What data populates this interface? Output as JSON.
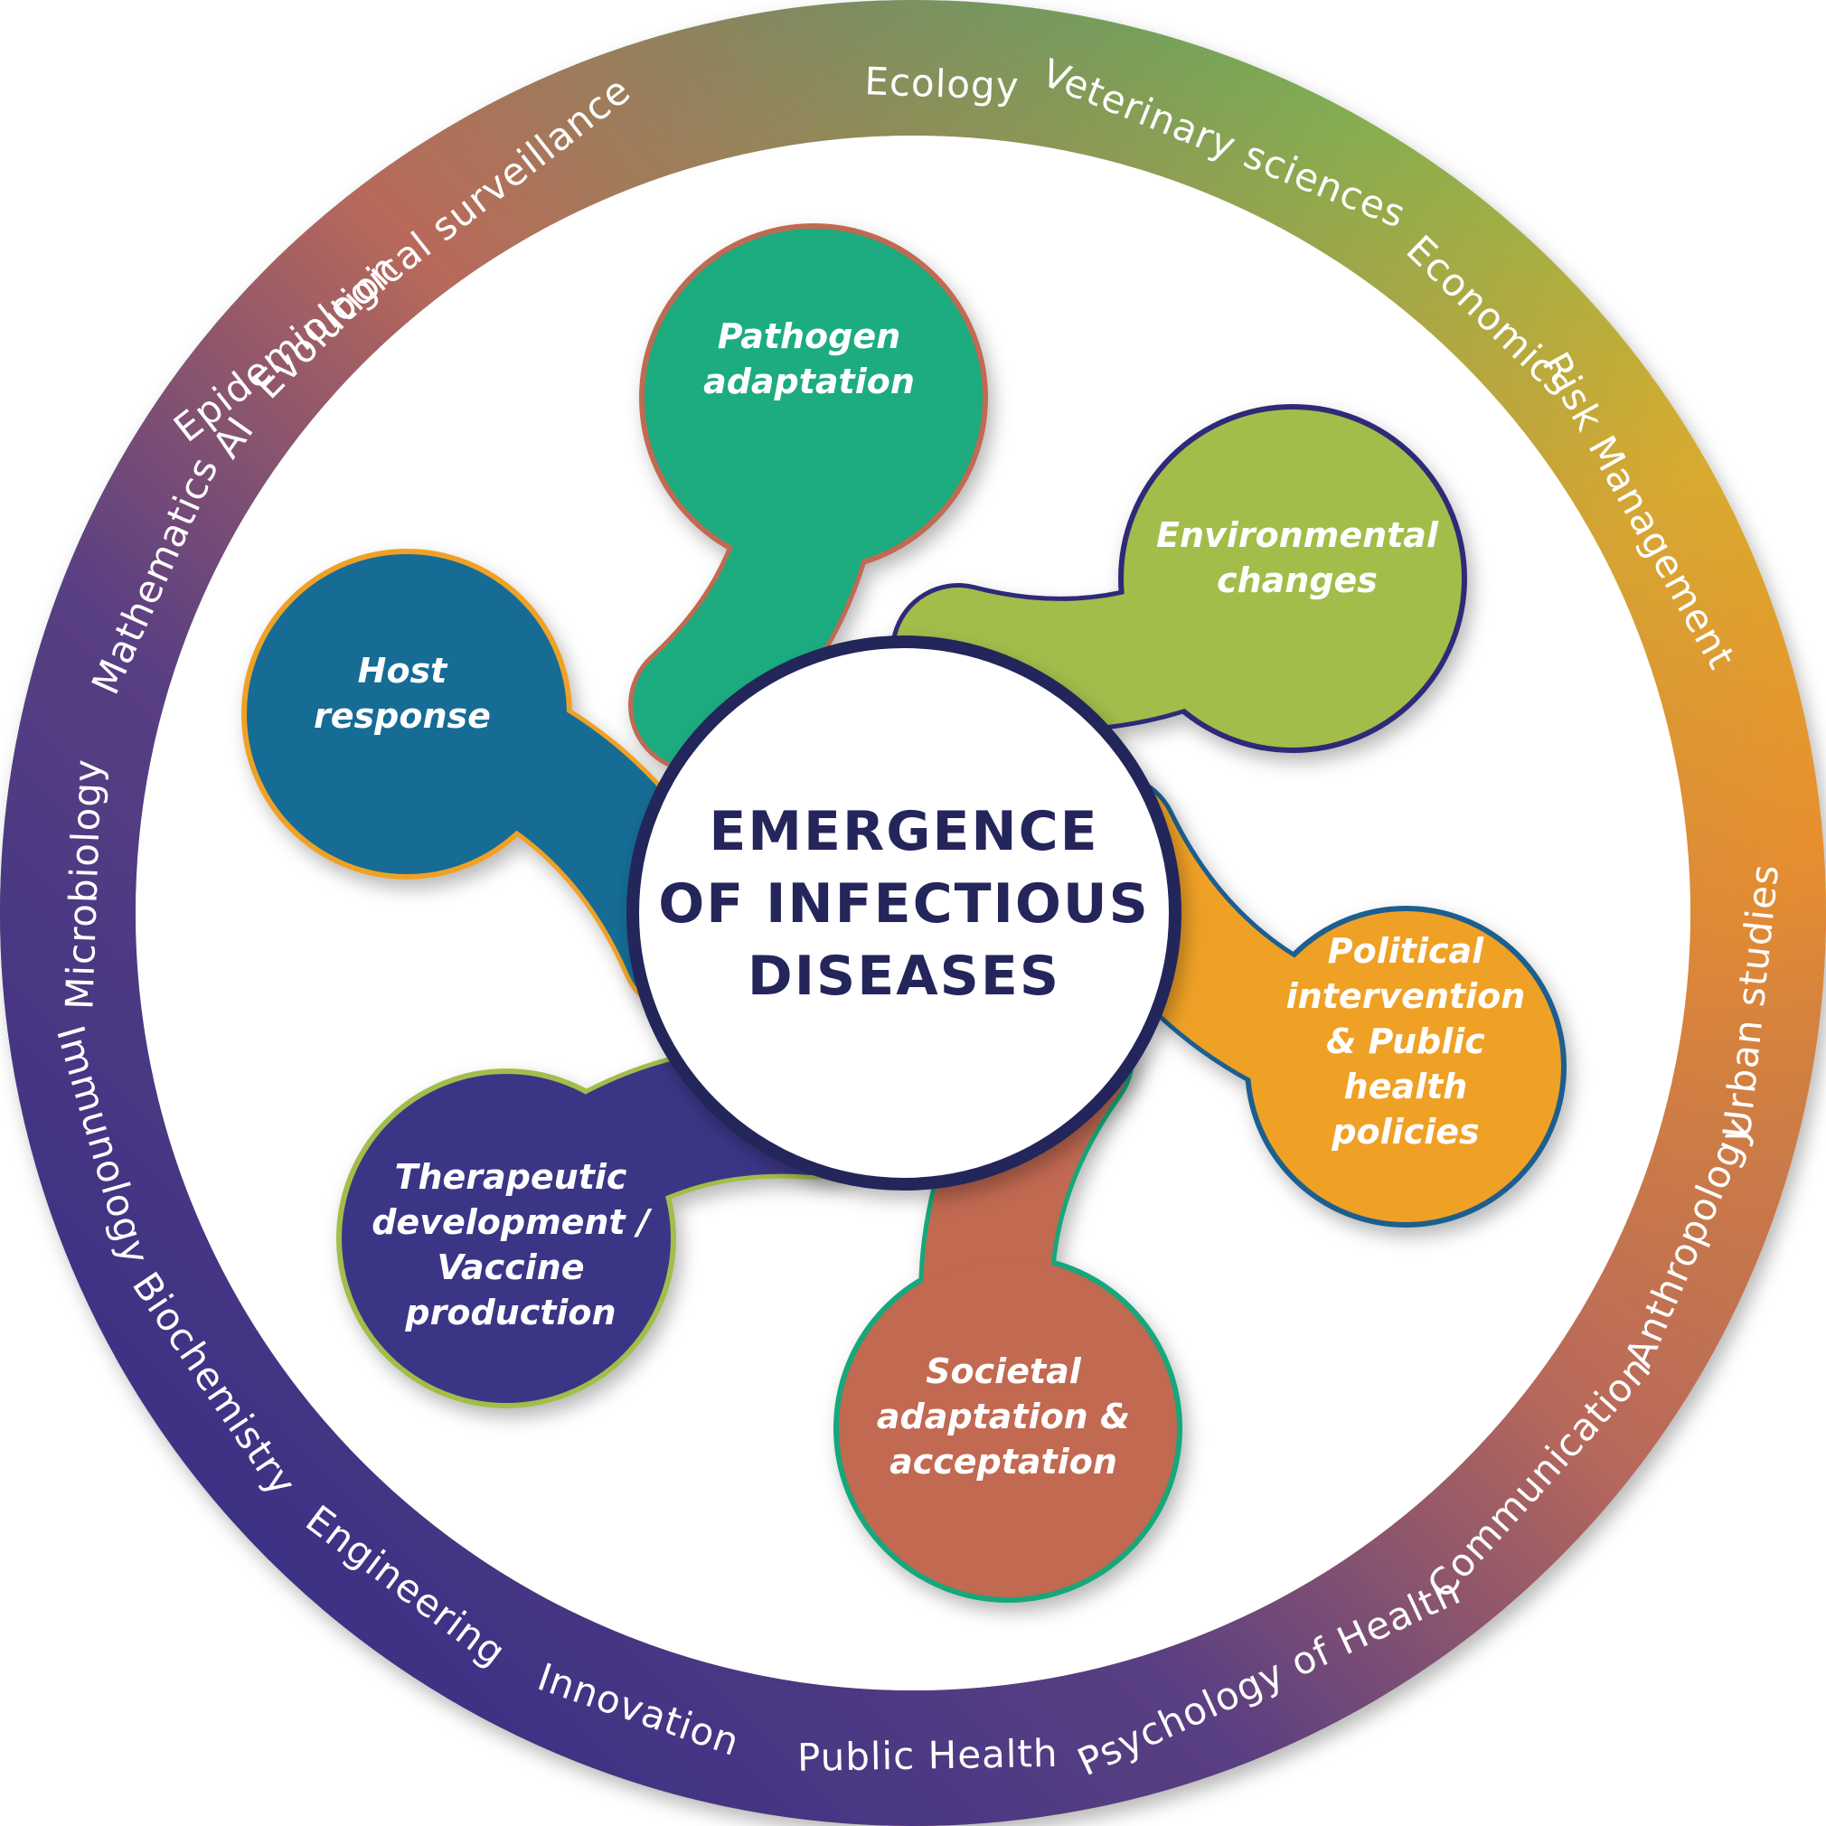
{
  "center": {
    "title_lines": [
      "EMERGENCE",
      "OF INFECTIOUS",
      "DISEASES"
    ]
  },
  "ring": {
    "gradient_colors": [
      "#1b3d8f",
      "#0e8a8a",
      "#19a77a",
      "#7cbf4a",
      "#d8b42b",
      "#f39622",
      "#c36a55",
      "#7a4a7f",
      "#3a2f8a"
    ],
    "disciplines": [
      "Epidemiological surveillance",
      "Ecology",
      "Veterinary sciences",
      "Economics",
      "Risk Management",
      "Urban studies",
      "Anthropology",
      "Communication",
      "Psychology of Health",
      "Public Health",
      "Innovation",
      "Engineering",
      "Biochemistry",
      "Immunology",
      "Microbiology",
      "Mathematics",
      "AI",
      "Evolution"
    ]
  },
  "petals": [
    {
      "id": "pathogen",
      "lines": [
        "Pathogen",
        "adaptation"
      ],
      "fill": "#1aac7f",
      "stroke": "#c06a53"
    },
    {
      "id": "environment",
      "lines": [
        "Environmental",
        "changes"
      ],
      "fill": "#a3bd4b",
      "stroke": "#2e2b78"
    },
    {
      "id": "political",
      "lines": [
        "Political",
        "intervention",
        "& Public",
        "health",
        "policies"
      ],
      "fill": "#efa127",
      "stroke": "#1f5f8f"
    },
    {
      "id": "societal",
      "lines": [
        "Societal",
        "adaptation &",
        "acceptation"
      ],
      "fill": "#c16951",
      "stroke": "#19a77a"
    },
    {
      "id": "therapeutic",
      "lines": [
        "Therapeutic",
        "development /",
        "Vaccine",
        "production"
      ],
      "fill": "#3b3586",
      "stroke": "#a3bd4b"
    },
    {
      "id": "host",
      "lines": [
        "Host",
        "response"
      ],
      "fill": "#176c95",
      "stroke": "#efa127"
    }
  ]
}
